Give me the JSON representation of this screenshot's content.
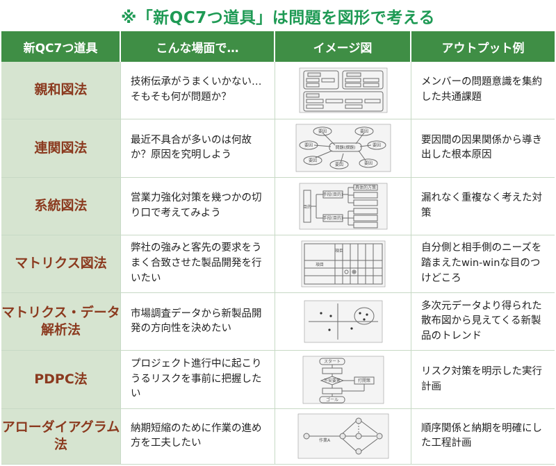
{
  "title": "※「新QC7つ道具」は問題を図形で考える",
  "headers": [
    "新QC7つ道具",
    "こんな場面で…",
    "イメージ図",
    "アウトプット例"
  ],
  "rows": [
    {
      "tool": "親和図法",
      "scene": "技術伝承がうまくいかない…そもそも何が問題か？",
      "output": "メンバーの問題意識を集約した共通課題"
    },
    {
      "tool": "連関図法",
      "scene": "最近不具合が多いのは何故か？原因を究明しよう",
      "output": "要因間の因果関係から導き出した根本原因"
    },
    {
      "tool": "系統図法",
      "scene": "営業力強化対策を幾つかの切り口で考えてみよう",
      "output": "漏れなく重複なく考えた対策"
    },
    {
      "tool": "マトリクス図法",
      "scene": "弊社の強みと客先の要求をうまく合致させた製品開発を行いたい",
      "output": "自分側と相手側のニーズを踏まえたwin-winな目のつけどころ"
    },
    {
      "tool": "マトリクス・データ解析法",
      "scene": "市場調査データから新製品開発の方向性を決めたい",
      "output": "多次元データより得られた散布図から見えてくる新製品のトレンド"
    },
    {
      "tool": "PDPC法",
      "scene": "プロジェクト進行中に起こりうるリスクを事前に把握したい",
      "output": "リスク対策を明示した実行計画"
    },
    {
      "tool": "アローダイアグラム法",
      "scene": "納期短縮のために作業の進め方を工夫したい",
      "output": "順序関係と納期を明確にした工程計画"
    }
  ],
  "diagram_text": {
    "renkan_center": "問題(課題)",
    "renkan_node": "要因",
    "keitou_root": "目的",
    "keitou_mid": "手段(目的)",
    "keitou_leaf": "具体的方策",
    "matrix_a": "項目",
    "matrix_b": "項目",
    "pdpc_start": "スタート",
    "pdpc_risk": "不安要素",
    "pdpc_plan": "打開策",
    "pdpc_goal": "ゴール",
    "arrow_task": "作業A"
  },
  "colors": {
    "accent": "#1e9a54",
    "header_bg": "#3f8e45",
    "tool_bg": "#d6e4d0",
    "tool_text": "#8b3a1f"
  }
}
